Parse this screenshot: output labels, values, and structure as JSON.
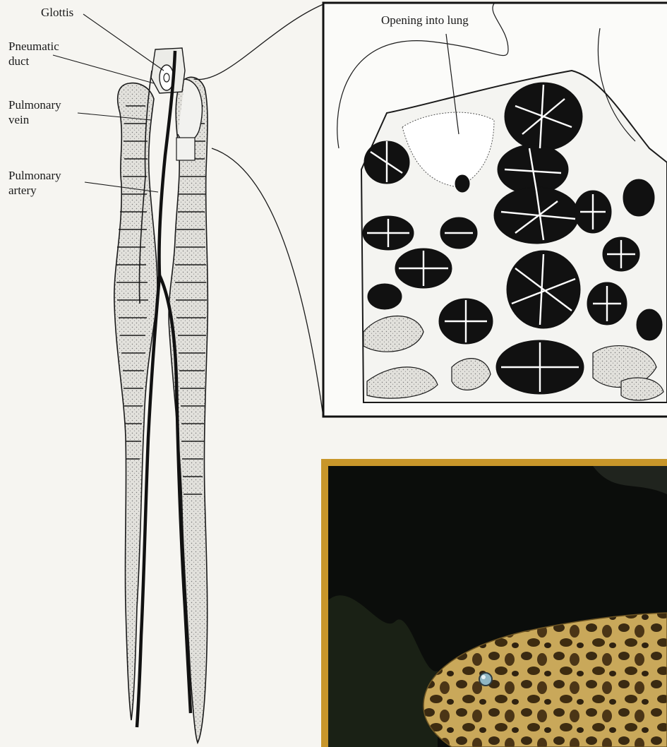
{
  "labels": {
    "glottis": "Glottis",
    "pneumatic_duct": "Pneumatic\nduct",
    "pulmonary_vein": "Pulmonary\nvein",
    "pulmonary_artery": "Pulmonary\nartery",
    "opening": "Opening into lung"
  },
  "colors": {
    "ink": "#1a1a1a",
    "lung_fill": "#dcdcd8",
    "photo_frame": "#c8962a",
    "photo_bg": "#0b0d0b",
    "fish_skin": "#c9a85a"
  },
  "icons": [
    "lung-diagram",
    "alveolar-inset",
    "lungfish-photo"
  ]
}
